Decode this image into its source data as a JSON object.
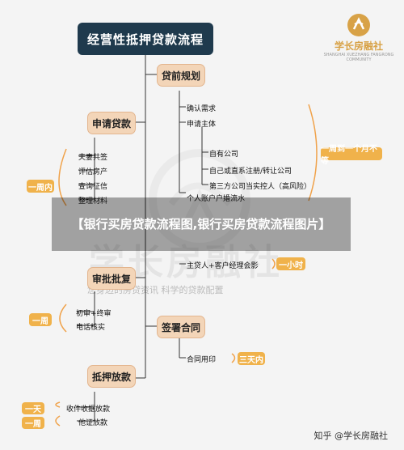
{
  "diagram": {
    "title": "经营性抵押贷款流程",
    "nodes": {
      "pre_plan": "贷前规划",
      "apply": "申请贷款",
      "review": "审批批复",
      "sign": "签署合同",
      "mortgage": "抵押放款"
    },
    "left_badges": {
      "week_apply": "一周内",
      "week_review": "一周",
      "day": "一天",
      "week_final": "一周"
    },
    "right_badges": {
      "month": "一周到一个月不等",
      "hour": "一小时",
      "three_days": "三天内"
    },
    "details": {
      "confirm_need": "确认需求",
      "apply_subject": "申请主体",
      "own_company": "自有公司",
      "register_company": "自己或直系注册/转让公司",
      "third_party": "第三方公司当实控人（高风险）",
      "personal_account": "个人账户户婚流水",
      "spouse": "夫妻共签",
      "assess": "评估房产",
      "credit": "查询征信",
      "organize": "整理材料",
      "first_review": "初审+终审",
      "phone_check": "电话核实",
      "borrower_meeting": "主贷人+客户经理会影",
      "contract_print": "合同用印",
      "receive": "收件收据放款",
      "cancel": "他证放款"
    }
  },
  "brand": {
    "name": "学长房融社",
    "subtitle": "SHANGHAI XUEZHANG FANGRONG COMMUNITY"
  },
  "watermark": {
    "main": "学长房融社",
    "sub": "您身边的房贷资讯  科学的贷款配置"
  },
  "overlay": {
    "title": "【银行买房贷款流程图,银行买房贷款流程图片】"
  },
  "footer": {
    "text": "知乎 @学长房融社"
  }
}
